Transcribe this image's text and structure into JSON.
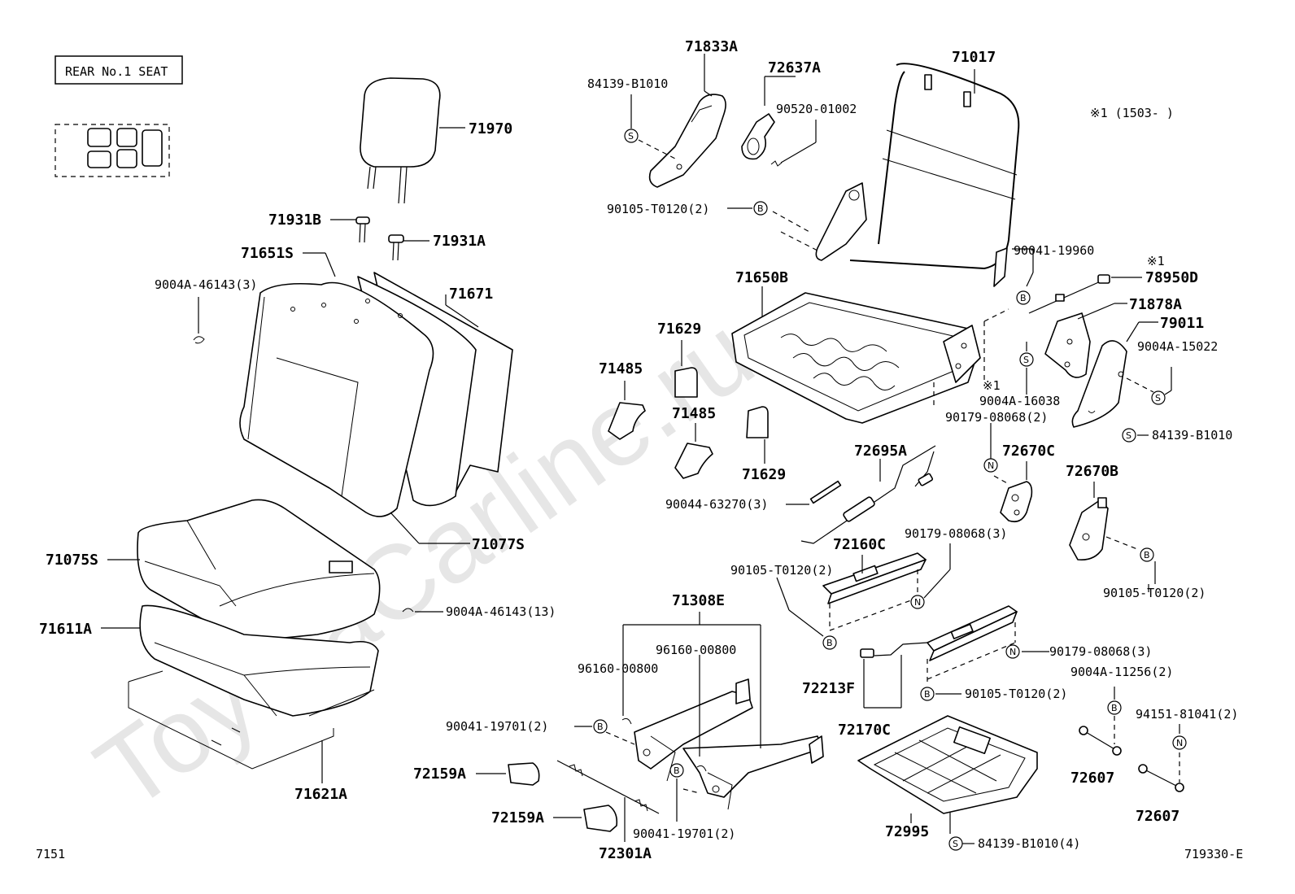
{
  "watermark": "ToyotaCarline.ru",
  "header": {
    "seat_label": "REAR No.1 SEAT",
    "note": "※1 (1503-     )"
  },
  "footer": {
    "left_code": "7151",
    "right_code": "719330-E"
  },
  "labels": {
    "p71970": "71970",
    "p71931B": "71931B",
    "p71931A": "71931A",
    "p71651S": "71651S",
    "p71671": "71671",
    "p9004A_46143_3": "9004A-46143(3)",
    "p71077S": "71077S",
    "p71075S": "71075S",
    "p71611A": "71611A",
    "p9004A_46143_13": "9004A-46143(13)",
    "p71621A": "71621A",
    "p71833A": "71833A",
    "p84139_B1010_top": "84139-B1010",
    "p72637A": "72637A",
    "p90520_01002": "90520-01002",
    "p71017": "71017",
    "p90105_T0120_2_a": "90105-T0120(2)",
    "p90041_19960": "90041-19960",
    "mark1_a": "※1",
    "p78950D": "78950D",
    "p71878A": "71878A",
    "p79011": "79011",
    "p9004A_15022": "9004A-15022",
    "p71650B": "71650B",
    "p71629_a": "71629",
    "p71485_a": "71485",
    "p71485_b": "71485",
    "p71629_b": "71629",
    "mark1_b": "※1",
    "p9004A_16038": "9004A-16038",
    "p90179_08068_2": "90179-08068(2)",
    "p84139_B1010_right": "84139-B1010",
    "p72695A": "72695A",
    "p72670C": "72670C",
    "p72670B": "72670B",
    "p90044_63270_3": "90044-63270(3)",
    "p72160C": "72160C",
    "p90179_08068_3_a": "90179-08068(3)",
    "p90105_T0120_2_b": "90105-T0120(2)",
    "p90105_T0120_2_c": "90105-T0120(2)",
    "p71308E": "71308E",
    "p96160_00800_a": "96160-00800",
    "p96160_00800_b": "96160-00800",
    "p90179_08068_3_b": "90179-08068(3)",
    "p9004A_11256_2": "9004A-11256(2)",
    "p72213F": "72213F",
    "p90105_T0120_2_d": "90105-T0120(2)",
    "p90041_19701_2_a": "90041-19701(2)",
    "p72170C": "72170C",
    "p94151_81041_2": "94151-81041(2)",
    "p72159A_a": "72159A",
    "p72159A_b": "72159A",
    "p90041_19701_2_b": "90041-19701(2)",
    "p72607_a": "72607",
    "p72607_b": "72607",
    "p72301A": "72301A",
    "p72995": "72995",
    "p84139_B1010_4": "84139-B1010(4)"
  },
  "symbols": {
    "screw": "S",
    "bolt": "B",
    "nut": "N"
  }
}
